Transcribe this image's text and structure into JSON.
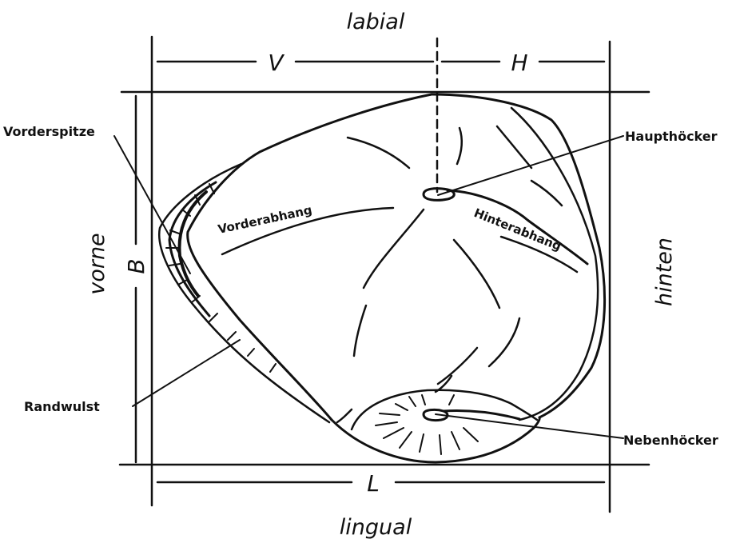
{
  "orientation": {
    "top": "labial",
    "bottom": "lingual",
    "left": "vorne",
    "right": "hinten"
  },
  "dimensions": {
    "front": "V",
    "back": "H",
    "width": "B",
    "length": "L"
  },
  "callouts": {
    "vorderspitze": "Vorderspitze",
    "randwulst": "Randwulst",
    "haupthoecker": "Haupthöcker",
    "nebenhoecker": "Nebenhöcker"
  },
  "regions": {
    "vorderabhang": "Vorderabhang",
    "hinterabhang": "Hinterabhang"
  }
}
